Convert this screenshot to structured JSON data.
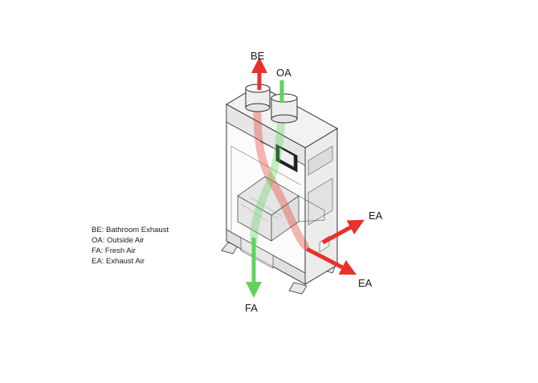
{
  "labels": {
    "be": "BE",
    "oa": "OA",
    "fa": "FA",
    "ea_upper": "EA",
    "ea_lower": "EA"
  },
  "legend": [
    "BE: Bathroom Exhaust",
    "OA: Outside Air",
    "FA: Fresh Air",
    "EA: Exhaust Air"
  ],
  "colors": {
    "exhaust_arrow": "#e8312a",
    "fresh_arrow": "#5fd35a"
  }
}
